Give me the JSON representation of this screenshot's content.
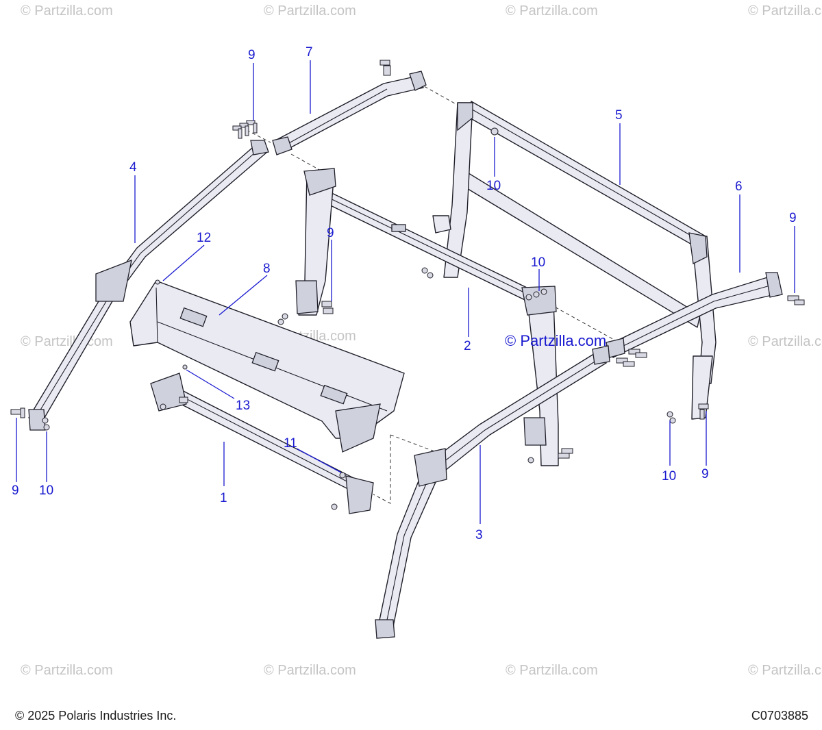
{
  "watermark": "© Partzilla.com",
  "center_watermark": "© Partzilla.com",
  "footer": {
    "copyright": "© 2025 Polaris Industries Inc.",
    "diagram_code": "C0703885"
  },
  "callouts": [
    {
      "id": "c9a",
      "label": "9"
    },
    {
      "id": "c7",
      "label": "7"
    },
    {
      "id": "c4",
      "label": "4"
    },
    {
      "id": "c5",
      "label": "5"
    },
    {
      "id": "c10a",
      "label": "10"
    },
    {
      "id": "c6",
      "label": "6"
    },
    {
      "id": "c9b",
      "label": "9"
    },
    {
      "id": "c12",
      "label": "12"
    },
    {
      "id": "c9c",
      "label": "9"
    },
    {
      "id": "c8",
      "label": "8"
    },
    {
      "id": "c10b",
      "label": "10"
    },
    {
      "id": "c2",
      "label": "2"
    },
    {
      "id": "c13",
      "label": "13"
    },
    {
      "id": "c11",
      "label": "11"
    },
    {
      "id": "c1",
      "label": "1"
    },
    {
      "id": "c9d",
      "label": "9"
    },
    {
      "id": "c10c",
      "label": "10"
    },
    {
      "id": "c3",
      "label": "3"
    },
    {
      "id": "c10d",
      "label": "10"
    },
    {
      "id": "c9e",
      "label": "9"
    }
  ]
}
